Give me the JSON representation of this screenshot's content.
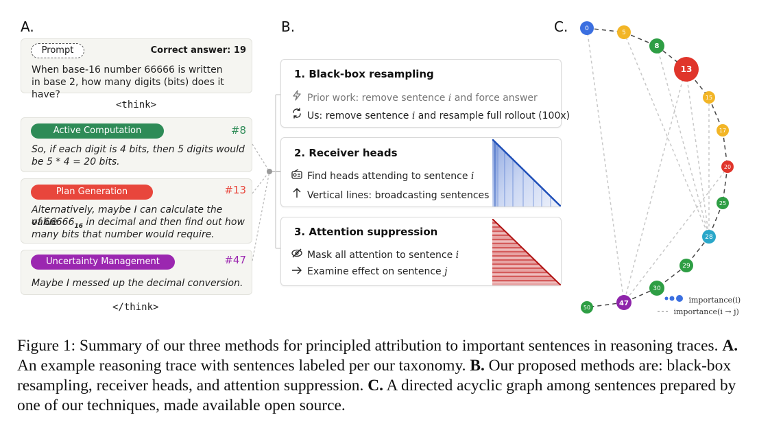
{
  "panel_a": {
    "label": "A.",
    "prompt_badge": "Prompt",
    "correct_answer": "Correct answer: 19",
    "prompt_text_1": "When base-16 number 66666 is written",
    "prompt_text_2": "in base 2, how many digits (bits) does it have?",
    "think_open": "<think>",
    "think_close": "</think>",
    "sentences": [
      {
        "category": "Active Computation",
        "color": "#2e8b57",
        "id_label": "#8",
        "id_color": "#2e8b57",
        "line1": "So, if each digit is 4 bits, then 5 digits would",
        "line2": "be 5 * 4 = 20 bits."
      },
      {
        "category": "Plan Generation",
        "color": "#e8463c",
        "id_label": "#13",
        "id_color": "#e8463c",
        "line1": "Alternatively, maybe I can calculate the value",
        "line2a": "of 66666",
        "line2sub": "16",
        "line2b": " in decimal and then find out how",
        "line3": "many bits that number would require."
      },
      {
        "category": "Uncertainty Management",
        "color": "#9b27b0",
        "id_label": "#47",
        "id_color": "#9b27b0",
        "line1": "Maybe I messed up the decimal conversion."
      }
    ]
  },
  "panel_b": {
    "label": "B.",
    "methods": [
      {
        "title": "1. Black-box resampling",
        "line1_pre": "Prior work: remove sentence ",
        "line1_var": "i",
        "line1_post": " and force answer",
        "line2_pre": "Us: remove sentence ",
        "line2_var": "i",
        "line2_post": " and resample full rollout (100x)",
        "icon1": "lightning-icon",
        "icon2": "resample-icon"
      },
      {
        "title": "2. Receiver heads",
        "line1_pre": "Find heads attending to sentence ",
        "line1_var": "i",
        "line2": "Vertical lines: broadcasting sentences",
        "icon1": "radio-icon",
        "icon2": "arrow-up-icon"
      },
      {
        "title": "3. Attention suppression",
        "line1_pre": "Mask all attention to sentence ",
        "line1_var": "i",
        "line2_pre": "Examine effect on sentence ",
        "line2_var": "j",
        "icon1": "mask-icon",
        "icon2": "arrow-right-icon"
      }
    ]
  },
  "panel_c": {
    "label": "C.",
    "legend_node": "importance(i)",
    "legend_edge": "importance(i → j)",
    "nodes": [
      {
        "id": "0",
        "color": "#3b6fe0"
      },
      {
        "id": "5",
        "color": "#f2b526"
      },
      {
        "id": "8",
        "color": "#2e9e44"
      },
      {
        "id": "13",
        "color": "#e0352b"
      },
      {
        "id": "15",
        "color": "#f2b526"
      },
      {
        "id": "17",
        "color": "#f2b526"
      },
      {
        "id": "20",
        "color": "#e0352b"
      },
      {
        "id": "25",
        "color": "#2e9e44"
      },
      {
        "id": "28",
        "color": "#2aa7c9"
      },
      {
        "id": "29",
        "color": "#2e9e44"
      },
      {
        "id": "30",
        "color": "#2e9e44"
      },
      {
        "id": "47",
        "color": "#8e24aa"
      },
      {
        "id": "50",
        "color": "#2e9e44"
      }
    ]
  },
  "caption": {
    "fig": "Figure 1: Summary of our three methods for principled attribution to important sentences in reasoning traces.",
    "a_label": "A.",
    "a_text": "An example reasoning trace with sentences labeled per our taxonomy.",
    "b_label": "B.",
    "b_text": "Our proposed methods are: black-box resampling, receiver heads, and attention suppression.",
    "c_label": "C.",
    "c_text": "A directed acyclic graph among sentences prepared by one of our techniques, made available open source."
  }
}
